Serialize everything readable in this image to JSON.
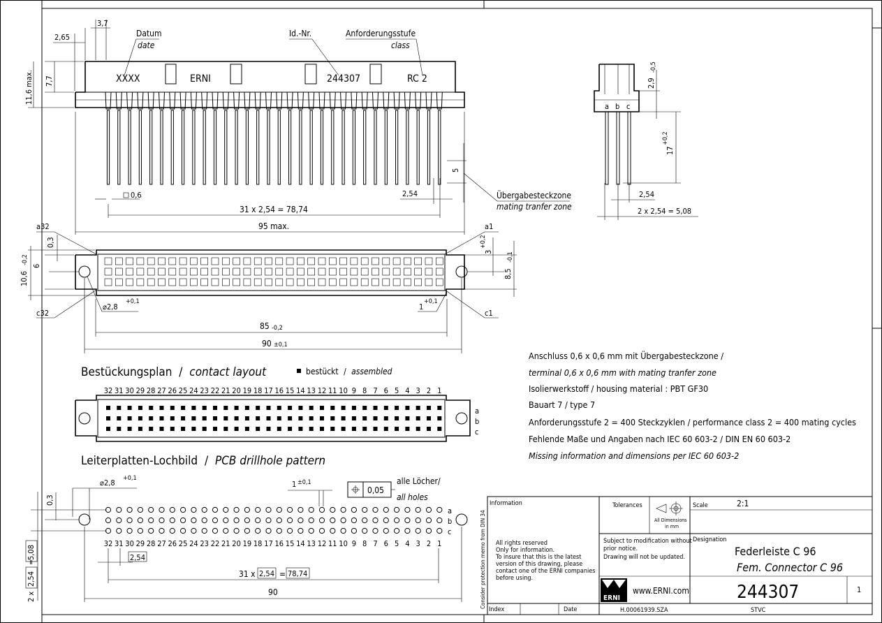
{
  "side_view": {
    "datum_de": "Datum",
    "datum_en": "date",
    "idnr": "Id.-Nr.",
    "anf_de": "Anforderungsstufe",
    "anf_en": "class",
    "mark_xxxx": "XXXX",
    "mark_erni": "ERNI",
    "mark_id": "244307",
    "mark_rc": "RC 2",
    "dim_3_7": "3,7",
    "dim_2_65": "2,65",
    "dim_7_7": "7,7",
    "dim_11_6": "11,6 max.",
    "dim_0_6": "0,6",
    "dim_2_54": "2,54",
    "dim_5": "5",
    "dim_pitch": "31 x 2,54 = 78,74",
    "dim_95": "95 max.",
    "zone_de": "Übergabesteckzone",
    "zone_en": "mating tranfer zone"
  },
  "end_view": {
    "a": "a",
    "b": "b",
    "c": "c",
    "dim_2_9": "2,9",
    "dim_2_9_tol": "-0,5",
    "dim_17": "17",
    "dim_17_tol": "+0,2",
    "dim_2_54": "2,54",
    "dim_5_08": "2 x 2,54 = 5,08"
  },
  "top_view": {
    "a32": "a32",
    "c32": "c32",
    "a1": "a1",
    "c1": "c1",
    "dim_0_3": "0,3",
    "dim_6": "6",
    "dim_10_6": "10,6",
    "dim_10_6_tol": "-0,2",
    "dim_3": "3",
    "dim_3_tol": "+0,2",
    "dim_8_5": "8,5",
    "dim_8_5_tol": "-0,1",
    "dim_2_8": "⌀2,8",
    "dim_2_8_tol": "+0,1",
    "dim_1": "1",
    "dim_1_tol": "+0,1",
    "dim_85": "85",
    "dim_85_tol": "-0,2",
    "dim_90": "90",
    "dim_90_tol": "±0,1"
  },
  "contact_layout": {
    "title_de": "Bestückungsplan",
    "title_sep": "/",
    "title_en": "contact layout",
    "legend_de": "bestückt",
    "legend_sep": "/",
    "legend_en": "assembled",
    "numbers": [
      "32",
      "31",
      "30",
      "29",
      "28",
      "27",
      "26",
      "25",
      "24",
      "23",
      "22",
      "21",
      "20",
      "19",
      "18",
      "17",
      "16",
      "15",
      "14",
      "13",
      "12",
      "11",
      "10",
      "9",
      "8",
      "7",
      "6",
      "5",
      "4",
      "3",
      "2",
      "1"
    ],
    "rows": [
      "a",
      "b",
      "c"
    ]
  },
  "pcb_pattern": {
    "title_de": "Leiterplatten-Lochbild",
    "title_sep": "/",
    "title_en": "PCB drillhole pattern",
    "dim_2_8": "⌀2,8",
    "dim_2_8_tol": "+0,1",
    "dim_1": "1",
    "dim_1_tol": "±0,1",
    "position_tol": "0,05",
    "alle_de": "alle Löcher/",
    "alle_en": "all holes",
    "dim_0_3": "0,3",
    "dim_2_54": "2,54",
    "dim_31_pre": "31 x",
    "dim_31_eq": "=",
    "dim_78_74": "78,74",
    "dim_90": "90",
    "dim_vert_pre": "2 x",
    "dim_vert_eq": "=",
    "dim_5_08": "5,08"
  },
  "notes": [
    {
      "text": "Anschluss 0,6 x 0,6 mm mit Übergabesteckzone /",
      "italic": false
    },
    {
      "text": "terminal 0,6 x 0,6 mm with mating tranfer zone",
      "italic": true
    },
    {
      "text": "Isolierwerkstoff / housing material :   PBT GF30",
      "italic": false
    },
    {
      "text": "Bauart 7 / type 7",
      "italic": false
    },
    {
      "text": "Anforderungsstufe 2 = 400 Steckzyklen / performance class 2 = 400 mating cycles",
      "italic": false
    },
    {
      "text": "Fehlende Maße und Angaben nach IEC 60 603-2 / DIN EN 60 603-2",
      "italic": false
    },
    {
      "text": "Missing information and dimensions per IEC 60 603-2",
      "italic": true
    }
  ],
  "title_block": {
    "side_note": "Consider protection memo from DIN 34",
    "information": "Information",
    "tolerances": "Tolerances",
    "all_dim_1": "All Dimensions",
    "all_dim_2": "in mm",
    "scale_label": "Scale",
    "scale_value": "2:1",
    "rights": [
      "All rights reserved",
      "Only for information.",
      "To insure that this is the latest",
      "version of this drawing, please",
      "contact one of the ERNI companies",
      "before using."
    ],
    "subject": [
      "Subject to modification without",
      "prior notice.",
      "Drawing will not be updated."
    ],
    "designation_label": "Designation",
    "designation_de": "Federleiste C 96",
    "designation_en": "Fem. Connector C 96",
    "part_number": "244307",
    "sheet": "1",
    "logo_text": "ERNI",
    "website": "www.ERNI.com",
    "index_label": "Index",
    "date_label": "Date",
    "drawing_no": "H.00061939.SZA",
    "drawn_by": "STVC"
  }
}
